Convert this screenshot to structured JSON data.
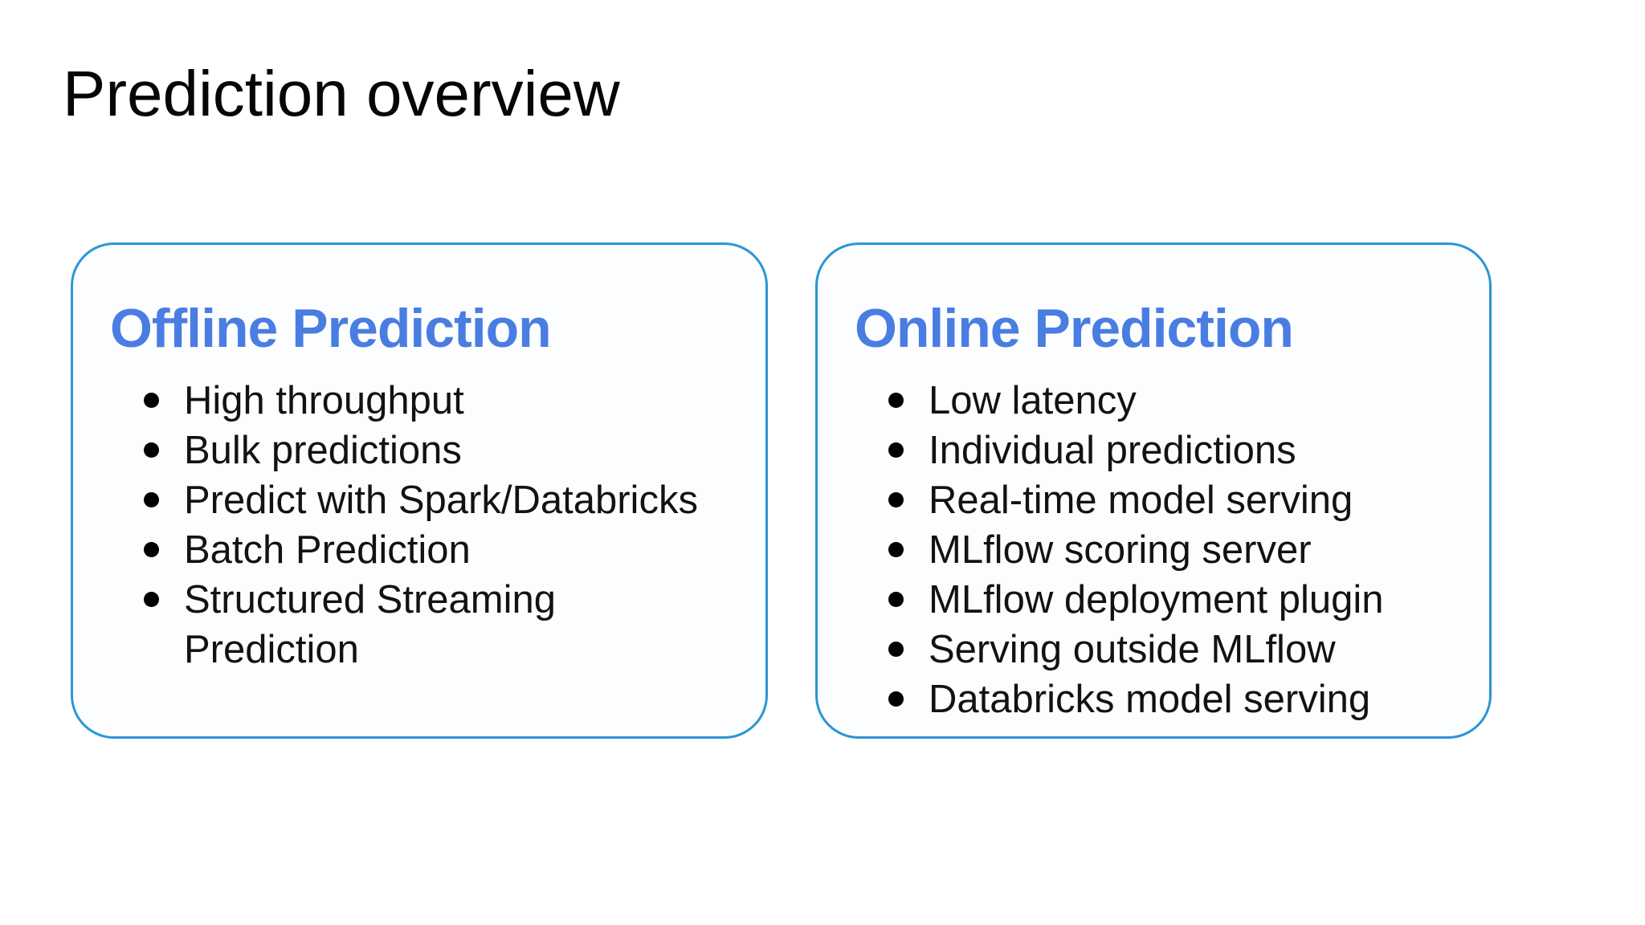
{
  "title": "Prediction overview",
  "colors": {
    "heading_blue": "#4a7de2",
    "card_border_blue": "#2b96d6",
    "bullet_text": "#121212",
    "title_text": "#060606",
    "card_background": "#fcfdfe",
    "page_background": "#ffffff"
  },
  "cards": [
    {
      "heading": "Offline Prediction",
      "items": [
        "High throughput",
        "Bulk predictions",
        "Predict with Spark/Databricks",
        "Batch Prediction",
        "Structured Streaming Prediction"
      ]
    },
    {
      "heading": "Online Prediction",
      "items": [
        "Low latency",
        "Individual predictions",
        "Real-time model serving",
        "MLflow scoring server",
        "MLflow deployment plugin",
        "Serving outside MLflow",
        "Databricks model serving"
      ]
    }
  ]
}
